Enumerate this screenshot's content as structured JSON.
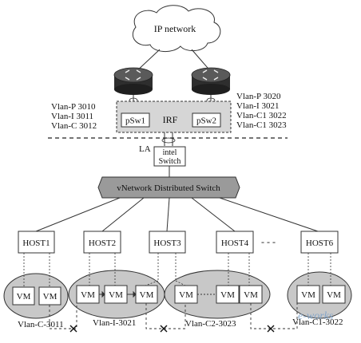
{
  "cloud": {
    "label": "IP network"
  },
  "vlans_left": [
    "Vlan-P 3010",
    "Vlan-I 3011",
    "Vlan-C 3012"
  ],
  "vlans_right": [
    "Vlan-P 3020",
    "Vlan-I 3021",
    "Vlan-C1 3022",
    "Vlan-C1 3023"
  ],
  "irf": {
    "left_switch": "pSw1",
    "label": "IRF",
    "right_switch": "pSw2"
  },
  "la_label": "LA",
  "intel_switch": {
    "line1": "intel",
    "line2": "Switch"
  },
  "vds_label": "vNetwork Distributed Switch",
  "hosts": [
    "HOST1",
    "HOST2",
    "HOST3",
    "HOST4",
    "HOST6"
  ],
  "host_ellipsis": "- - -",
  "vm_label": "VM",
  "groups": [
    "Vlan-C-3011",
    "Vlan-I-3021",
    "Vlan-C2-3023",
    "Vlan-C1-3022"
  ],
  "watermark": "e-works",
  "colors": {
    "cloud_fill": "#ffffff",
    "router_fill": "#3a3a3a",
    "irf_fill": "#d6d6d6",
    "vds_fill": "#9a9a9a",
    "ellipse_fill": "#c8c8c8",
    "box_fill": "#ffffff",
    "line": "#333333",
    "watermark": "#7aa0c8"
  }
}
